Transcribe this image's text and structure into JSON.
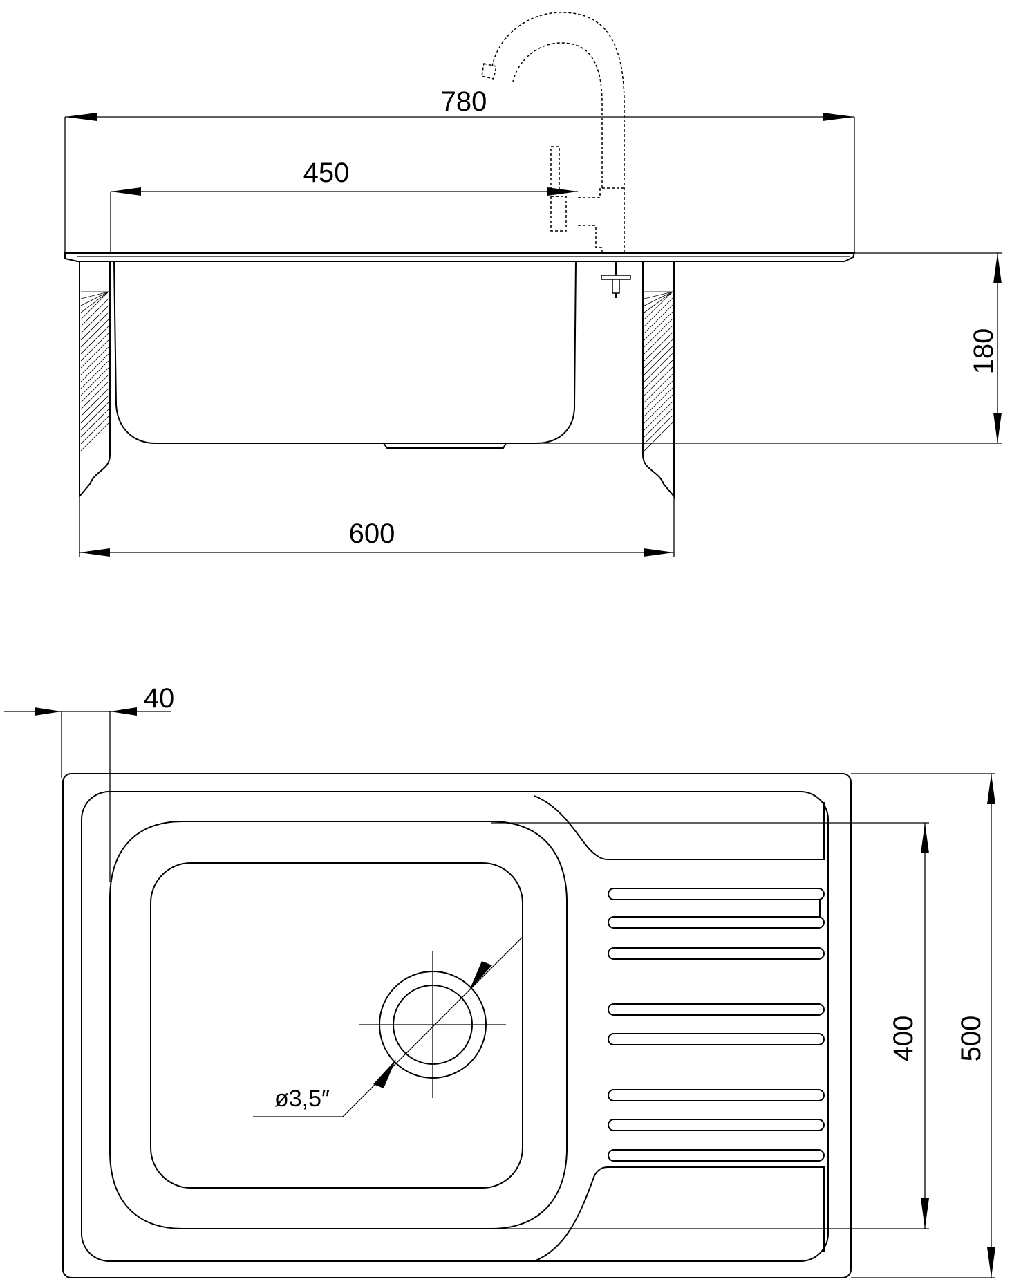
{
  "side_view": {
    "dim_overall_width": "780",
    "dim_bowl_width": "450",
    "dim_cabinet_width": "600",
    "dim_bowl_depth": "180"
  },
  "top_view": {
    "dim_edge_offset": "40",
    "dim_bowl_length": "400",
    "dim_overall_depth": "500",
    "drain_diameter": "ø3,5″"
  }
}
